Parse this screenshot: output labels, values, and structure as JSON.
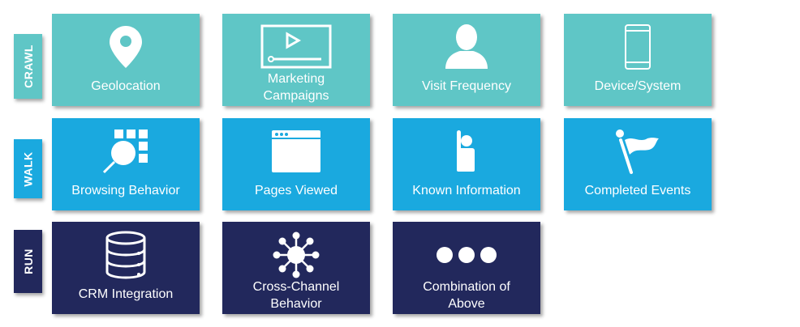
{
  "colors": {
    "crawl": "#5fc6c6",
    "walk": "#1aa9df",
    "run": "#22285c"
  },
  "rows": [
    {
      "stage": "CRAWL",
      "color_key": "crawl",
      "tiles": [
        {
          "label": "Geolocation",
          "icon": "map-pin-icon"
        },
        {
          "label": "Marketing Campaigns",
          "icon": "video-player-icon"
        },
        {
          "label": "Visit Frequency",
          "icon": "user-silhouette-icon"
        },
        {
          "label": "Device/System",
          "icon": "smartphone-icon"
        }
      ]
    },
    {
      "stage": "WALK",
      "color_key": "walk",
      "tiles": [
        {
          "label": "Browsing Behavior",
          "icon": "magnifier-grid-icon"
        },
        {
          "label": "Pages Viewed",
          "icon": "browser-window-icon"
        },
        {
          "label": "Known Information",
          "icon": "raised-hand-person-icon"
        },
        {
          "label": "Completed Events",
          "icon": "flag-icon"
        }
      ]
    },
    {
      "stage": "RUN",
      "color_key": "run",
      "tiles": [
        {
          "label": "CRM Integration",
          "icon": "database-icon"
        },
        {
          "label": "Cross-Channel Behavior",
          "icon": "network-hub-icon"
        },
        {
          "label": "Combination of Above",
          "icon": "more-dots-icon"
        }
      ]
    }
  ]
}
